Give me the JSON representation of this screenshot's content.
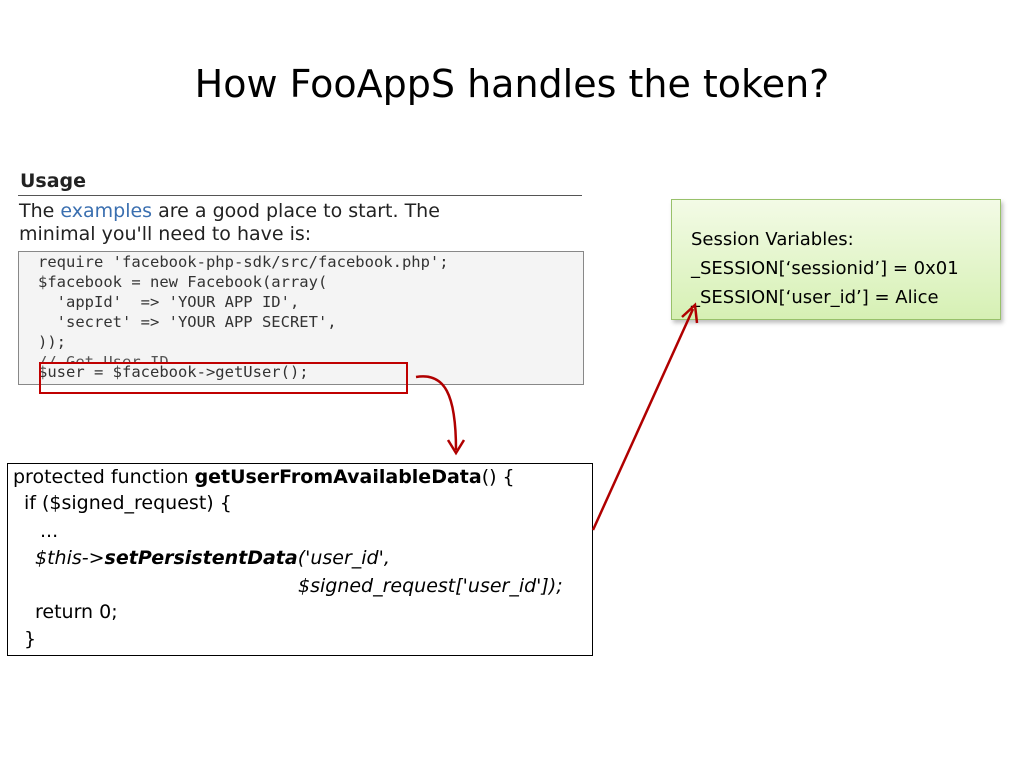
{
  "slide": {
    "title": "How FooAppS handles the token?"
  },
  "usage": {
    "heading": "Usage",
    "intro_part1": "The ",
    "intro_link": "examples",
    "intro_part2": " are a good place to start. The",
    "intro_line2": "minimal you'll need to have is:",
    "code": [
      "require 'facebook-php-sdk/src/facebook.php';",
      "$facebook = new Facebook(array(",
      "  'appId'  => 'YOUR APP ID',",
      "  'secret' => 'YOUR APP SECRET',",
      "));",
      "// Get User ID",
      "$user = $facebook->getUser();"
    ]
  },
  "function_code": {
    "l1_pre": "protected function ",
    "l1_bold": "getUserFromAvailableData",
    "l1_post": "() {",
    "l2": "if ($signed_request) {",
    "l3": "...",
    "l4_italic": "$this->",
    "l4_bold_italic": "setPersistentData",
    "l4_rest": "('user_id',",
    "l5": "$signed_request['user_id']);",
    "l6": "return 0;",
    "l7": "}"
  },
  "session": {
    "line1": "Session Variables:",
    "line2": "_SESSION[‘sessionid’] = 0x01",
    "line3": "_SESSION[‘user_id’] = Alice"
  },
  "colors": {
    "highlight": "#c00000",
    "session_border": "#98c16a",
    "link": "#3a6fb0"
  }
}
